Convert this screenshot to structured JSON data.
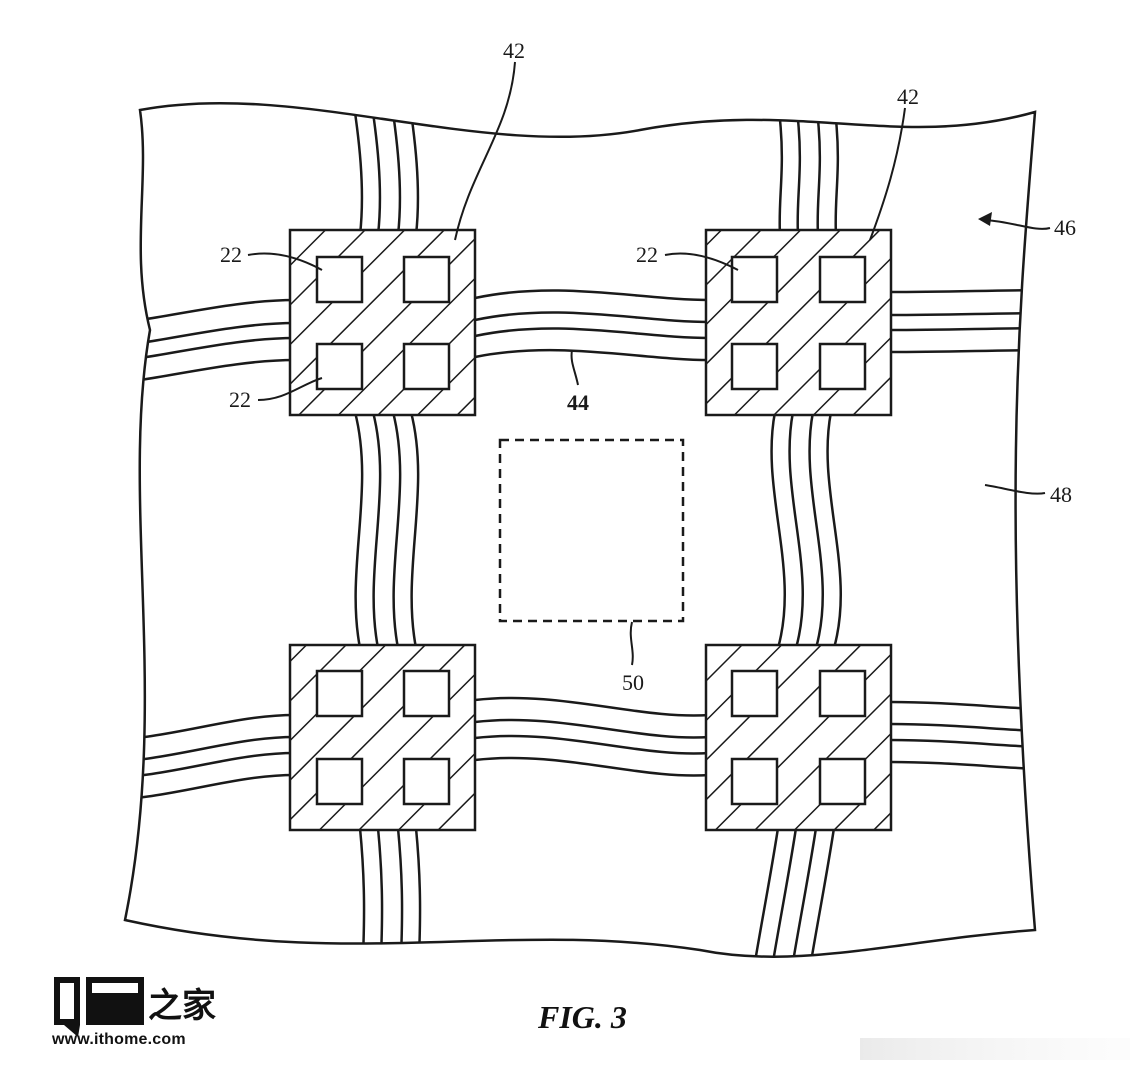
{
  "figure": {
    "caption": "FIG. 3",
    "labels": {
      "r42_left": "42",
      "r42_right": "42",
      "r46": "46",
      "r48": "48",
      "r44": "44",
      "r50": "50",
      "r22_a": "22",
      "r22_b": "22",
      "r22_c": "22"
    }
  },
  "watermark": {
    "logo_text": "IT",
    "logo_cn": "之家",
    "url": "www.ithome.com"
  },
  "colors": {
    "ink": "#1a1a1a",
    "background": "#ffffff"
  }
}
